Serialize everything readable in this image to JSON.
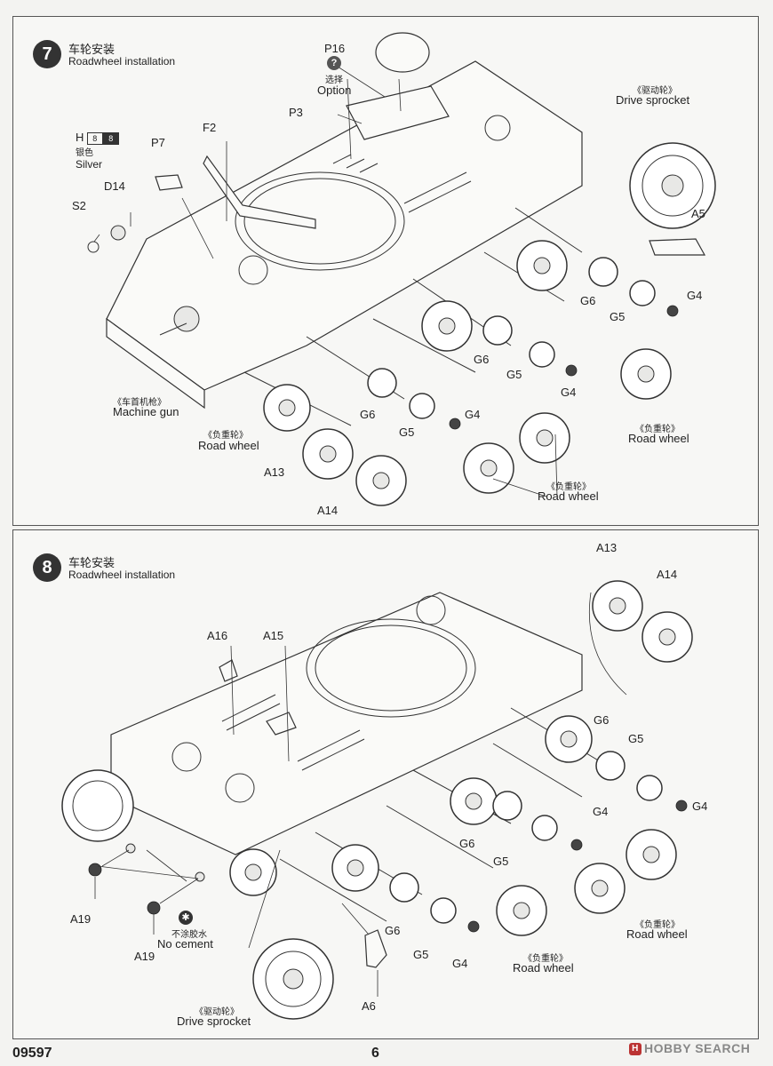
{
  "step7": {
    "number": "7",
    "title_cn": "车轮安装",
    "title_en": "Roadwheel installation",
    "paint": {
      "code": "H",
      "chip_a": "8",
      "chip_b": "8",
      "name_cn": "银色",
      "name_en": "Silver"
    },
    "labels": {
      "p16": "P16",
      "option_mark": "?",
      "option_cn": "选择",
      "option_en": "Option",
      "p3": "P3",
      "f2": "F2",
      "p7": "P7",
      "d14": "D14",
      "s2": "S2",
      "drive_cn": "《驱动轮》",
      "drive_en": "Drive sprocket",
      "a5": "A5",
      "g6a": "G6",
      "g5a": "G5",
      "g4a": "G4",
      "g6b": "G6",
      "g5b": "G5",
      "g4b": "G4",
      "g6c": "G6",
      "g5c": "G5",
      "g4c": "G4",
      "mg_cn": "《车首机枪》",
      "mg_en": "Machine gun",
      "rw1_cn": "《负重轮》",
      "rw1_en": "Road wheel",
      "rw2_cn": "《负重轮》",
      "rw2_en": "Road wheel",
      "rw3_cn": "《负重轮》",
      "rw3_en": "Road wheel",
      "a13": "A13",
      "a14": "A14"
    }
  },
  "step8": {
    "number": "8",
    "title_cn": "车轮安装",
    "title_en": "Roadwheel installation",
    "labels": {
      "a13": "A13",
      "a14": "A14",
      "a16": "A16",
      "a15": "A15",
      "g6a": "G6",
      "g5a": "G5",
      "g4a": "G4",
      "g6b": "G6",
      "g5b": "G5",
      "g4b": "G4",
      "g6c": "G6",
      "g5c": "G5",
      "g4c": "G4",
      "a19a": "A19",
      "a19b": "A19",
      "nocement_cn": "不涂胶水",
      "nocement_en": "No cement",
      "rw1_cn": "《负重轮》",
      "rw1_en": "Road wheel",
      "rw2_cn": "《负重轮》",
      "rw2_en": "Road wheel",
      "drive_cn": "《驱动轮》",
      "drive_en": "Drive sprocket",
      "a6": "A6"
    }
  },
  "footer": {
    "code": "09597",
    "page": "6",
    "watermark": "HOBBY SEARCH",
    "watermark_icon": "H"
  }
}
